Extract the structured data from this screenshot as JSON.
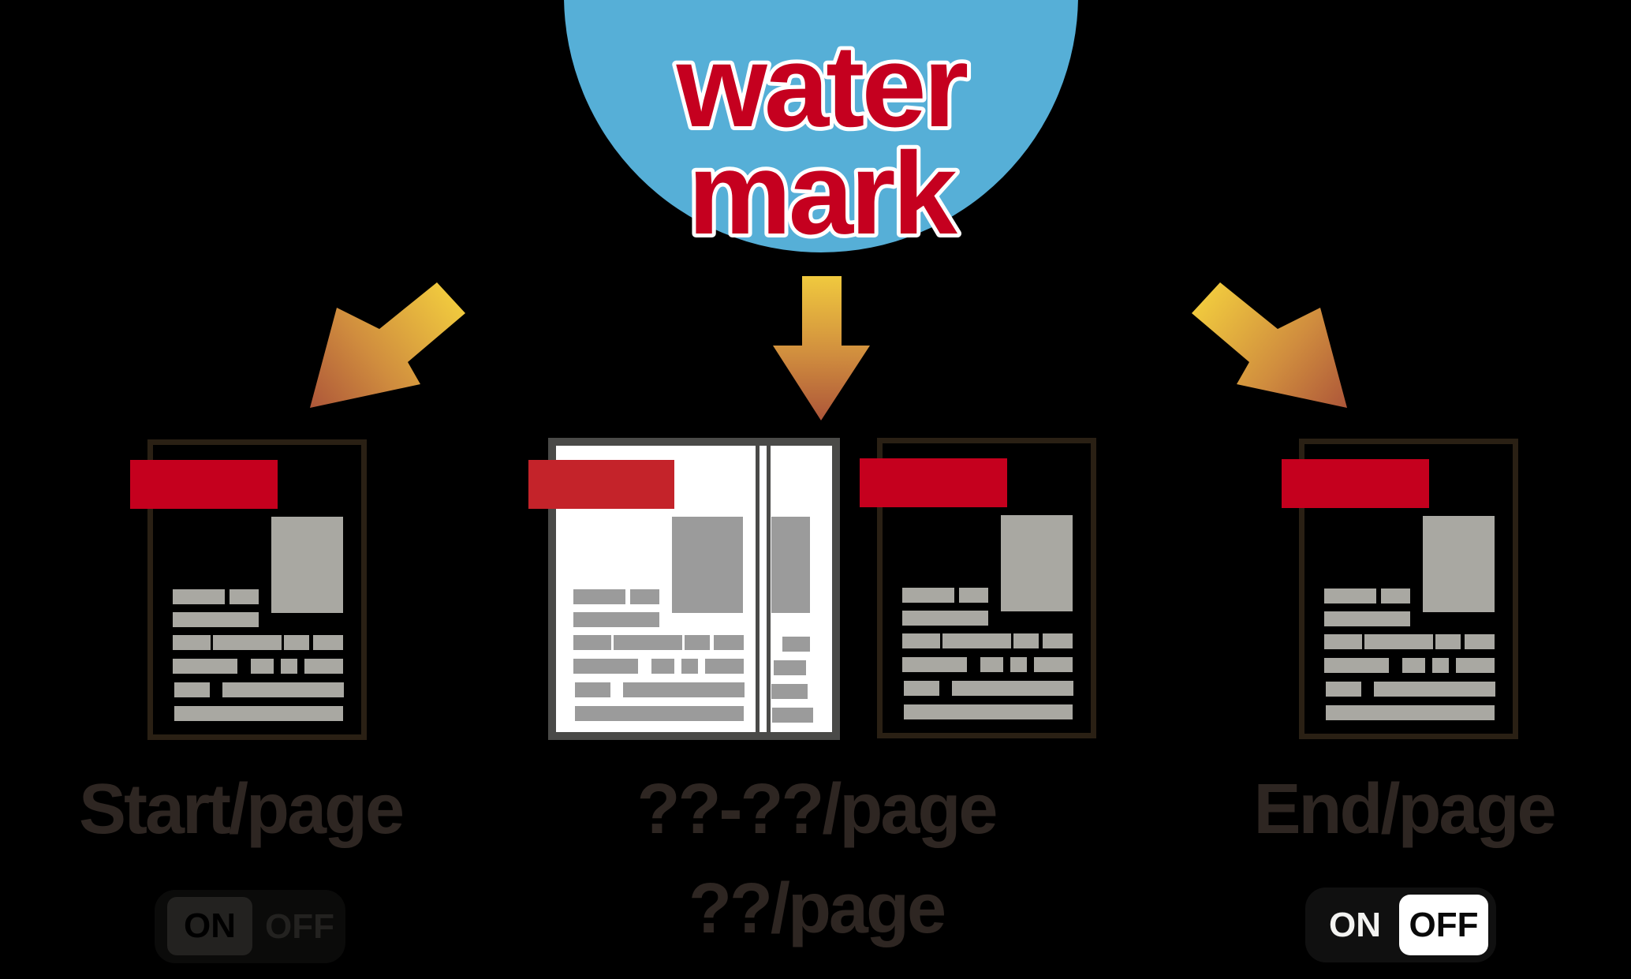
{
  "title_bubble": {
    "line1": "water",
    "line2": "mark"
  },
  "options": [
    {
      "id": "start",
      "label": "Start/page",
      "toggle": {
        "on": "ON",
        "off": "OFF",
        "selected": "ON",
        "dimmed": true
      }
    },
    {
      "id": "range",
      "label_line1": "??-??/page",
      "label_line2": "??/page"
    },
    {
      "id": "end",
      "label": "End/page",
      "toggle": {
        "on": "ON",
        "off": "OFF",
        "selected": "OFF",
        "dimmed": false
      }
    }
  ],
  "colors": {
    "background": "#000000",
    "bubble": "#56afd7",
    "bubble_text": "#c5001f",
    "bubble_text_outline": "#ffffff",
    "red_bar": "#c5001e",
    "red_bar_on_white": "#c4232a",
    "label_text": "#2e2622",
    "dark_page_border": "#2a2014",
    "white_page": "#ffffff",
    "white_page_border": "#4a4a48",
    "gray_block_on_dark": "#a9a8a2",
    "gray_block_on_white": "#9b9b9b",
    "arrow_gradient_start": "#f0c93e",
    "arrow_gradient_mid": "#d08d3e",
    "arrow_gradient_end": "#ad5639"
  }
}
